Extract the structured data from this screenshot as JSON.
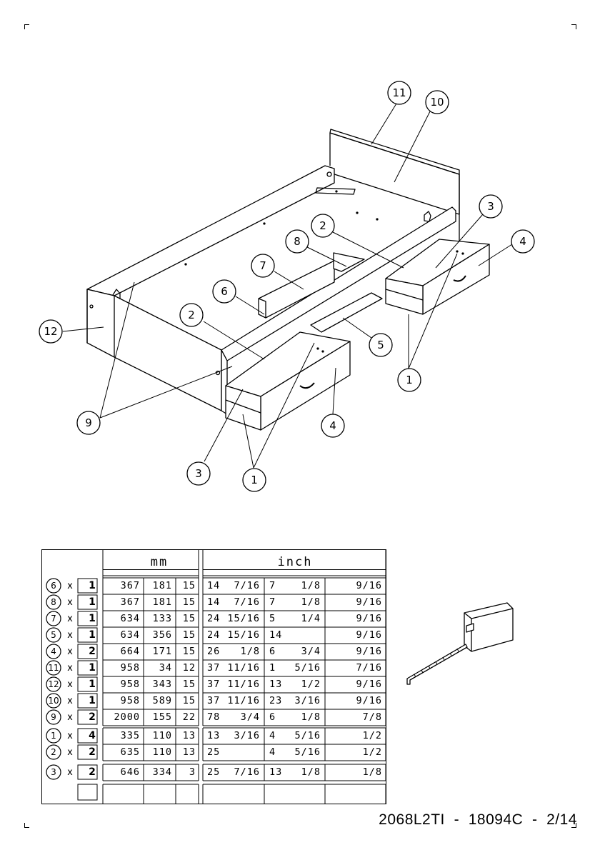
{
  "callouts": [
    {
      "label": "11"
    },
    {
      "label": "10"
    },
    {
      "label": "3"
    },
    {
      "label": "4"
    },
    {
      "label": "2"
    },
    {
      "label": "8"
    },
    {
      "label": "7"
    },
    {
      "label": "6"
    },
    {
      "label": "2"
    },
    {
      "label": "12"
    },
    {
      "label": "5"
    },
    {
      "label": "1"
    },
    {
      "label": "4"
    },
    {
      "label": "9"
    },
    {
      "label": "3"
    },
    {
      "label": "1"
    }
  ],
  "table": {
    "header_mm": "mm",
    "header_inch": "inch",
    "rows": [
      {
        "part": "6",
        "x": "x",
        "qty": "1",
        "mm": [
          "367",
          "181",
          "15"
        ],
        "inch": [
          "14",
          "7/16",
          "7",
          "1/8",
          "9/16"
        ]
      },
      {
        "part": "8",
        "x": "x",
        "qty": "1",
        "mm": [
          "367",
          "181",
          "15"
        ],
        "inch": [
          "14",
          "7/16",
          "7",
          "1/8",
          "9/16"
        ]
      },
      {
        "part": "7",
        "x": "x",
        "qty": "1",
        "mm": [
          "634",
          "133",
          "15"
        ],
        "inch": [
          "24",
          "15/16",
          "5",
          "1/4",
          "9/16"
        ]
      },
      {
        "part": "5",
        "x": "x",
        "qty": "1",
        "mm": [
          "634",
          "356",
          "15"
        ],
        "inch": [
          "24",
          "15/16",
          "14",
          "",
          "9/16"
        ]
      },
      {
        "part": "4",
        "x": "x",
        "qty": "2",
        "mm": [
          "664",
          "171",
          "15"
        ],
        "inch": [
          "26",
          "1/8",
          "6",
          "3/4",
          "9/16"
        ]
      },
      {
        "part": "11",
        "x": "x",
        "qty": "1",
        "mm": [
          "958",
          "34",
          "12"
        ],
        "inch": [
          "37",
          "11/16",
          "1",
          "5/16",
          "7/16"
        ]
      },
      {
        "part": "12",
        "x": "x",
        "qty": "1",
        "mm": [
          "958",
          "343",
          "15"
        ],
        "inch": [
          "37",
          "11/16",
          "13",
          "1/2",
          "9/16"
        ]
      },
      {
        "part": "10",
        "x": "x",
        "qty": "1",
        "mm": [
          "958",
          "589",
          "15"
        ],
        "inch": [
          "37",
          "11/16",
          "23",
          "3/16",
          "9/16"
        ]
      },
      {
        "part": "9",
        "x": "x",
        "qty": "2",
        "mm": [
          "2000",
          "155",
          "22"
        ],
        "inch": [
          "78",
          "3/4",
          "6",
          "1/8",
          "7/8"
        ]
      },
      {
        "part": "1",
        "x": "x",
        "qty": "4",
        "mm": [
          "335",
          "110",
          "13"
        ],
        "inch": [
          "13",
          "3/16",
          "4",
          "5/16",
          "1/2"
        ]
      },
      {
        "part": "2",
        "x": "x",
        "qty": "2",
        "mm": [
          "635",
          "110",
          "13"
        ],
        "inch": [
          "25",
          "",
          "4",
          "5/16",
          "1/2"
        ]
      },
      {
        "part": "3",
        "x": "x",
        "qty": "2",
        "mm": [
          "646",
          "334",
          "3"
        ],
        "inch": [
          "25",
          "7/16",
          "13",
          "1/8",
          "1/8"
        ]
      }
    ]
  },
  "footer": {
    "code": "2068L2TI  -  18094C  -  2/14"
  }
}
